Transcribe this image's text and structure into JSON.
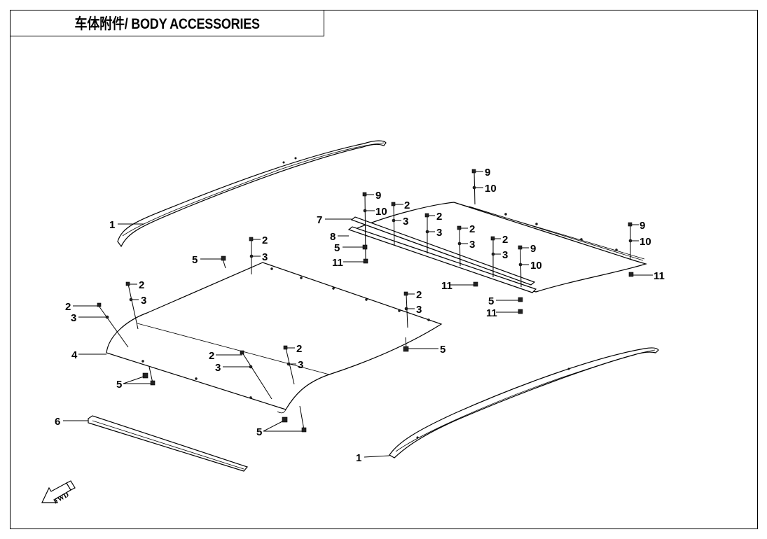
{
  "title": "车体附件/ BODY ACCESSORIES",
  "fwd_label": "FWD",
  "callouts": {
    "c1a": "1",
    "c1b": "1",
    "c2a": "2",
    "c2b": "2",
    "c2c": "2",
    "c2d": "2",
    "c2e": "2",
    "c2f": "2",
    "c2g": "2",
    "c2h": "2",
    "c2i": "2",
    "c2j": "2",
    "c3a": "3",
    "c3b": "3",
    "c3c": "3",
    "c3d": "3",
    "c3e": "3",
    "c3f": "3",
    "c3g": "3",
    "c3h": "3",
    "c3i": "3",
    "c3j": "3",
    "c4": "4",
    "c5a": "5",
    "c5b": "5",
    "c5c": "5",
    "c5d": "5",
    "c5e": "5",
    "c5f": "5",
    "c6": "6",
    "c7": "7",
    "c8": "8",
    "c9a": "9",
    "c9b": "9",
    "c9c": "9",
    "c9d": "9",
    "c10a": "10",
    "c10b": "10",
    "c10c": "10",
    "c10d": "10",
    "c11a": "11",
    "c11b": "11",
    "c11c": "11",
    "c11d": "11"
  }
}
